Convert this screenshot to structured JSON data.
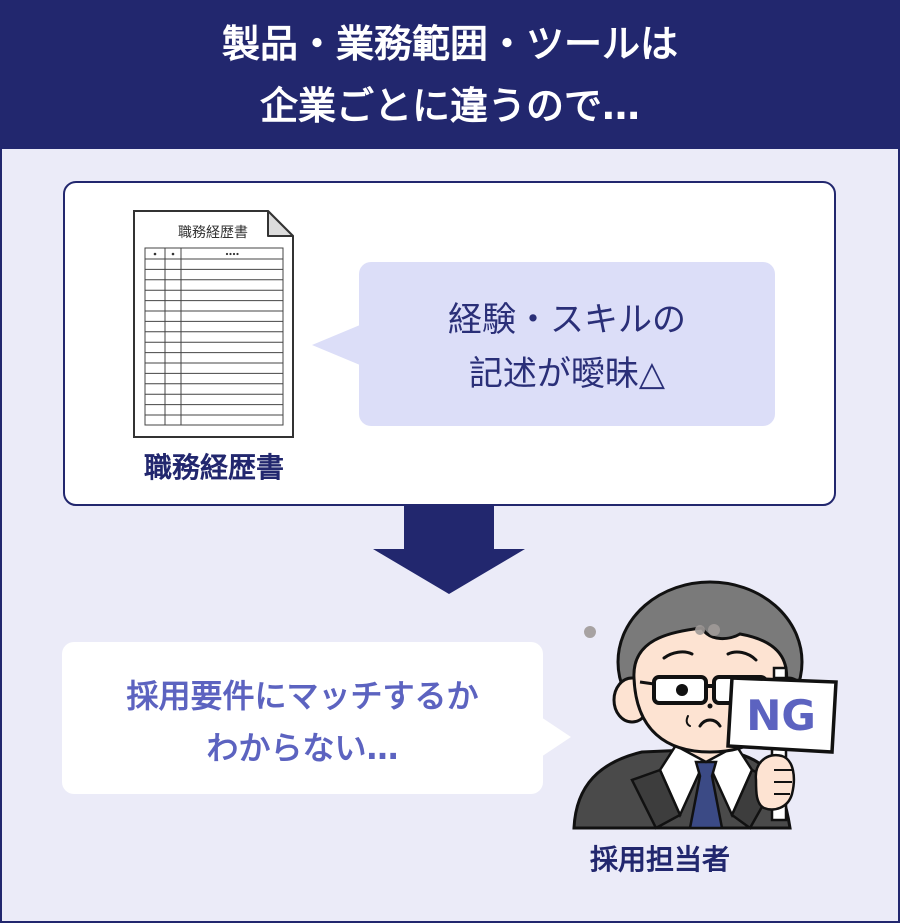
{
  "header": {
    "title_line1": "製品・業務範囲・ツールは",
    "title_line2": "企業ごとに違うので…"
  },
  "top_card": {
    "document": {
      "title": "職務経歴書",
      "header_cells": [
        "•",
        "•",
        "••••"
      ],
      "row_count": 16,
      "label": "職務経歴書"
    },
    "bubble": {
      "line1": "経験・スキルの",
      "line2": "記述が曖昧△"
    }
  },
  "arrow": {
    "direction": "down",
    "icon": "arrow-down-icon"
  },
  "bottom": {
    "bubble": {
      "line1": "採用要件にマッチするか",
      "line2": "わからない…"
    },
    "person": {
      "icon": "recruiter-illustration",
      "sign_text": "NG",
      "label": "採用担当者"
    }
  },
  "colors": {
    "navy": "#22276e",
    "background": "#ebebf8",
    "bubble_fill": "#dcdef8",
    "accent_text": "#5c63c0",
    "white": "#ffffff"
  }
}
